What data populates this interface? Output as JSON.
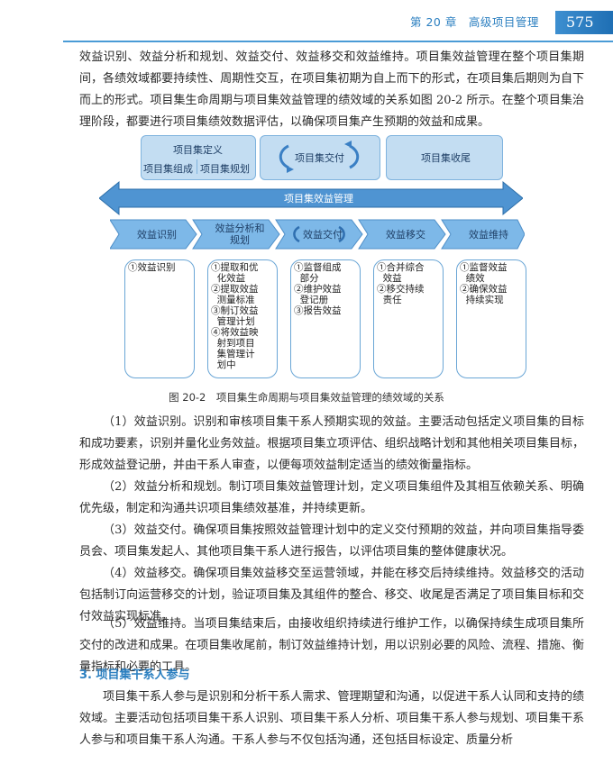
{
  "header": {
    "chapter": "第 20 章　高级项目管理",
    "page_number": "575"
  },
  "intro_paragraph": "效益识别、效益分析和规划、效益交付、效益移交和效益维持。项目集效益管理在整个项目集期间，各绩效域都要持续性、周期性交互，在项目集初期为自上而下的形式，在项目集后期则为自下而上的形式。项目集生命周期与项目集效益管理的绩效域的关系如图 20-2 所示。在整个项目集治理阶段，都要进行项目集绩效数据评估，以确保项目集产生预期的效益和成果。",
  "figure": {
    "top_boxes": {
      "definition": "项目集定义",
      "composition": "项目集组成",
      "planning": "项目集规划",
      "delivery": "项目集交付",
      "closing": "项目集收尾"
    },
    "arrow_label": "项目集效益管理",
    "stages": [
      "效益识别",
      "效益分析和\n规划",
      "效益交付",
      "效益移交",
      "效益维持"
    ],
    "details": [
      "①效益识别",
      "①提取和优\n  化效益\n②提取效益\n  测量标准\n③制订效益\n  管理计划\n④将效益映\n  射到项目\n  集管理计\n  划中",
      "①监督组成\n  部分\n②维护效益\n  登记册\n③报告效益",
      "①合并综合\n  效益\n②移交持续\n  责任",
      "①监督效益\n  绩效\n②确保效益\n  持续实现"
    ],
    "caption": "图 20-2　项目集生命周期与项目集效益管理的绩效域的关系"
  },
  "items": [
    "（1）效益识别。识别和审核项目集干系人预期实现的效益。主要活动包括定义项目集的目标和成功要素，识别并量化业务效益。根据项目集立项评估、组织战略计划和其他相关项目集目标，形成效益登记册，并由干系人审查，以便每项效益制定适当的绩效衡量指标。",
    "（2）效益分析和规划。制订项目集效益管理计划，定义项目集组件及其相互依赖关系、明确优先级，制定和沟通共识项目集绩效基准，并持续更新。",
    "（3）效益交付。确保项目集按照效益管理计划中的定义交付预期的效益，并向项目集指导委员会、项目集发起人、其他项目集干系人进行报告，以评估项目集的整体健康状况。",
    "（4）效益移交。确保项目集效益移交至运营领域，并能在移交后持续维持。效益移交的活动包括制订向运营移交的计划，验证项目集及其组件的整合、移交、收尾是否满足了项目集目标和交付效益实现标准。",
    "（5）效益维持。当项目集结束后，由接收组织持续进行维护工作，以确保持续生成项目集所交付的改进和成果。在项目集收尾前，制订效益维持计划，用以识别必要的风险、流程、措施、衡量指标和必要的工具。"
  ],
  "section": {
    "heading": "3. 项目集干系人参与",
    "paragraph": "项目集干系人参与是识别和分析干系人需求、管理期望和沟通，以促进干系人认同和支持的绩效域。主要活动包括项目集干系人识别、项目集干系人分析、项目集干系人参与规划、项目集干系人参与和项目集干系人沟通。干系人参与不仅包括沟通，还包括目标设定、质量分析"
  },
  "colors": {
    "accent": "#2b7fc0",
    "box_fill": "#c3ddf2",
    "arrow_fill": "#4f94d2",
    "detail_border": "#6aa6d6"
  }
}
